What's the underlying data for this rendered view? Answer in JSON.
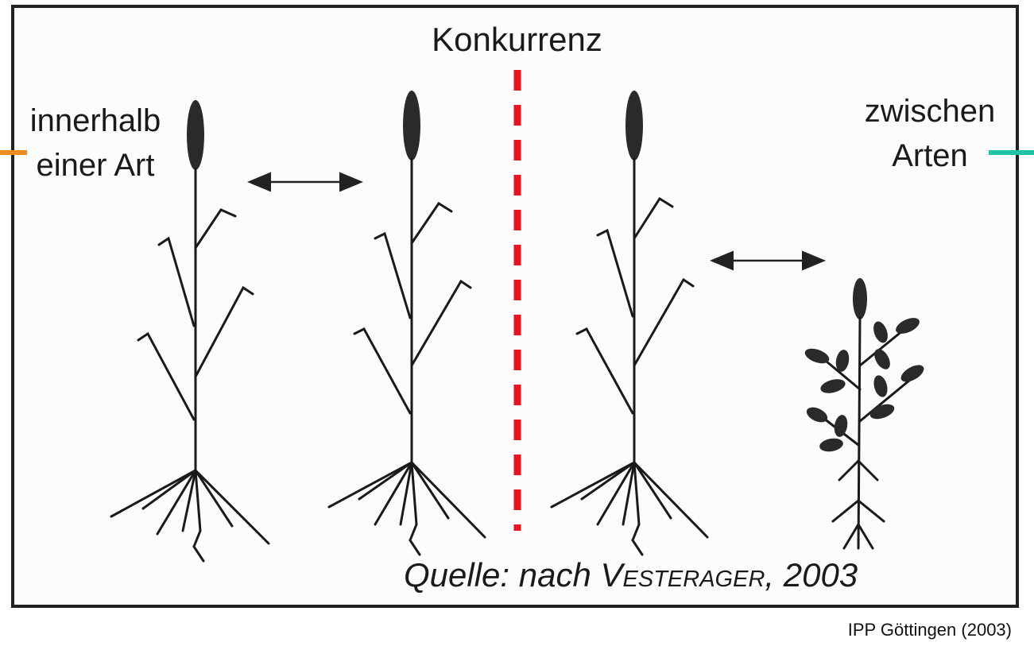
{
  "title": "Konkurrenz",
  "left_label": [
    "innerhalb",
    "einer Art"
  ],
  "right_label": [
    "zwischen",
    "Arten"
  ],
  "source": "Quelle: nach VESTERAGER, 2003",
  "credit": "IPP Göttingen (2003)",
  "colors": {
    "divider": "#e8141c",
    "left_marker": "#f08c1e",
    "right_marker": "#20c4a4",
    "ink": "#1a1a1a"
  }
}
